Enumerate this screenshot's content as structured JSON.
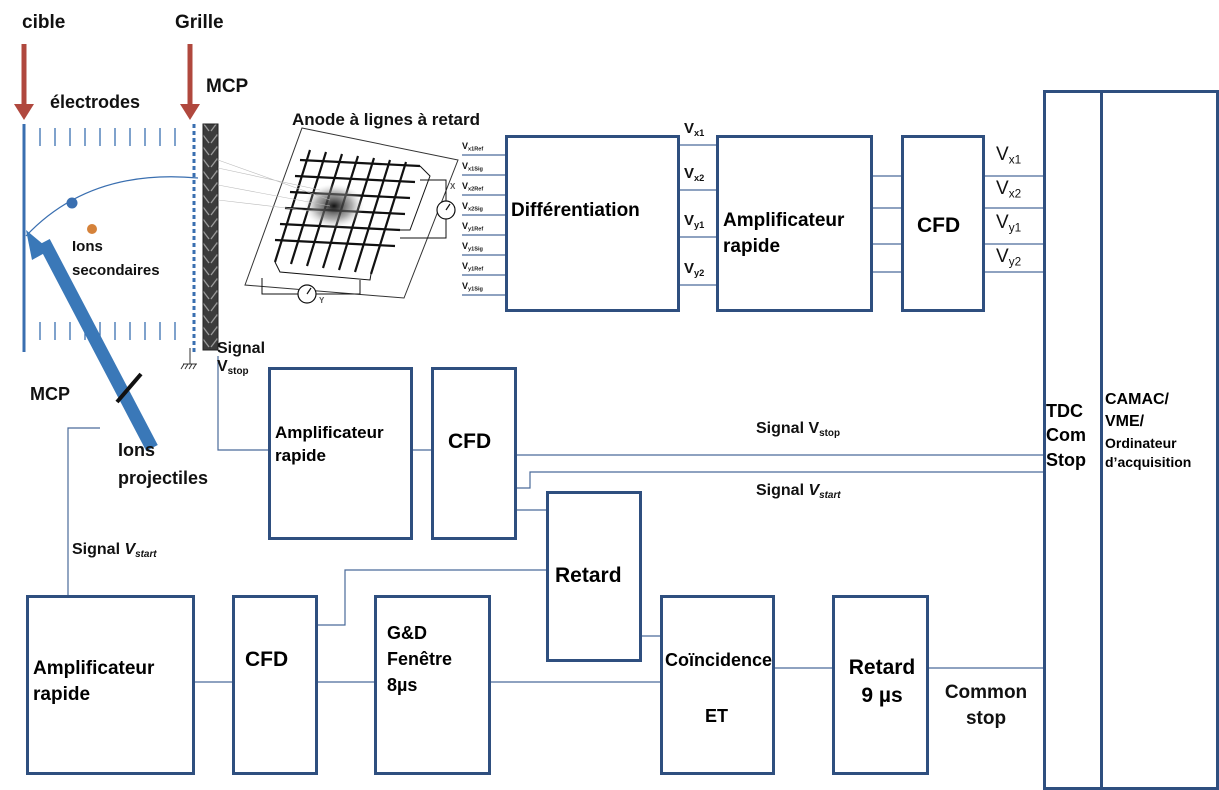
{
  "top_labels": {
    "cible": "cible",
    "grille": "Grille",
    "mcp_top": "MCP",
    "electrodes": "électrodes",
    "anode": "Anode à lignes à retard",
    "ions_secondaires_1": "Ions",
    "ions_secondaires_2": "secondaires",
    "mcp_left": "MCP",
    "ions_projectiles_1": "Ions",
    "ions_projectiles_2": "projectiles",
    "anode_x": "X",
    "anode_y": "Y"
  },
  "anode_outputs": [
    {
      "main": "V",
      "sub": "x1Ref"
    },
    {
      "main": "V",
      "sub": "x1Sig"
    },
    {
      "main": "V",
      "sub": "x2Ref"
    },
    {
      "main": "V",
      "sub": "x2Sig"
    },
    {
      "main": "V",
      "sub": "y1Ref"
    },
    {
      "main": "V",
      "sub": "y1Sig"
    },
    {
      "main": "V",
      "sub": "y1Ref"
    },
    {
      "main": "V",
      "sub": "y1Sig"
    }
  ],
  "diff_outputs": [
    {
      "main": "V",
      "sub": "x1"
    },
    {
      "main": "V",
      "sub": "x2"
    },
    {
      "main": "V",
      "sub": "y1"
    },
    {
      "main": "V",
      "sub": "y2"
    }
  ],
  "cfd_outputs": [
    {
      "main": "V",
      "sub": "x1"
    },
    {
      "main": "V",
      "sub": "x2"
    },
    {
      "main": "V",
      "sub": "y1"
    },
    {
      "main": "V",
      "sub": "y2"
    }
  ],
  "boxes": {
    "differentiation": "Différentiation",
    "amp_top_1": "Amplificateur",
    "amp_top_2": "rapide",
    "cfd_top": "CFD",
    "tdc_1": "TDC",
    "tdc_2": "Com",
    "tdc_3": "Stop",
    "camac_1": "CAMAC/",
    "camac_2": "VME/",
    "camac_3": "Ordinateur",
    "camac_4": "d’acquisition",
    "amp_mid_1": "Amplificateur",
    "amp_mid_2": "rapide",
    "cfd_mid": "CFD",
    "retard_mid": "Retard",
    "amp_bot_1": "Amplificateur",
    "amp_bot_2": "rapide",
    "cfd_bot": "CFD",
    "gd_1": "G&D",
    "gd_2": "Fenêtre",
    "gd_3": "8µs",
    "coinc_1": "Coïncidence",
    "coinc_2": "ET",
    "retard9_1": "Retard",
    "retard9_2": "9 µs",
    "common_1": "Common",
    "common_2": "stop"
  },
  "signals": {
    "signal_vstop_left_1": "Signal",
    "signal_vstop_left_main": "V",
    "signal_vstop_left_sub": "stop",
    "signal_vstop_main": "Signal  V",
    "signal_vstop_sub": "stop",
    "signal_vstart_main": "Signal ",
    "signal_vstart_v": "V",
    "signal_vstart_sub": "start",
    "signal_vstart_left_main": "Signal ",
    "signal_vstart_left_v": "V",
    "signal_vstart_left_sub": "start"
  },
  "colors": {
    "box_border": "#2f4f7f",
    "line": "#4a6a9a",
    "arrow_red": "#b0483e",
    "beam_blue": "#3a78b8",
    "electrode_blue": "#3a6fb0"
  }
}
